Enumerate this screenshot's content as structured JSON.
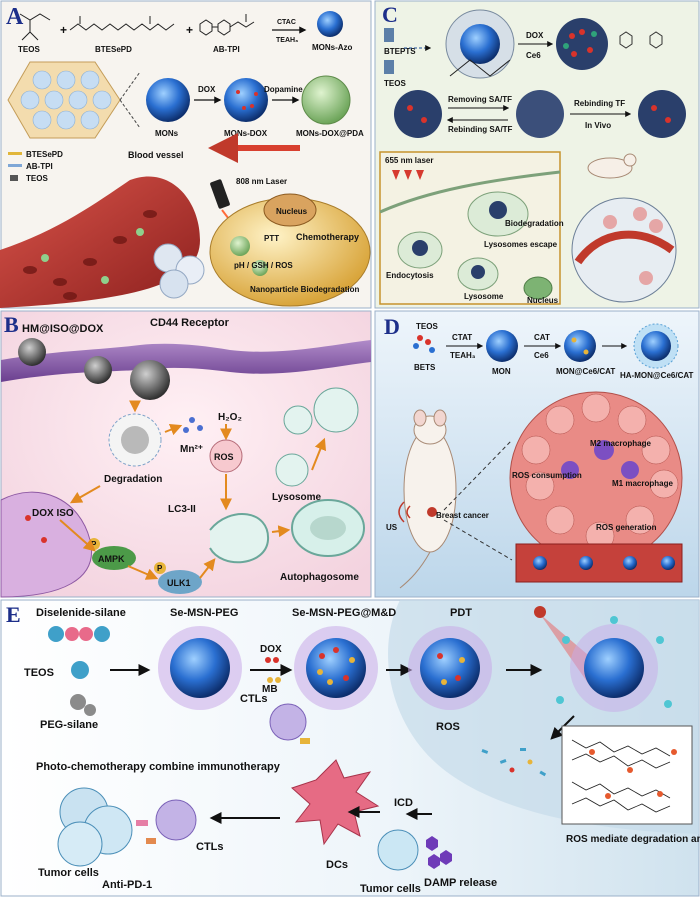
{
  "panels": {
    "A": {
      "letter": "A",
      "labels": {
        "teos": "TEOS",
        "btespd": "BTESePD",
        "abtpi": "AB-TPI",
        "ctac": "CTAC",
        "teah": "TEAH₃",
        "mons_azo": "MONs-Azo",
        "mons": "MONs",
        "dox": "DOX",
        "mons_dox": "MONs-DOX",
        "dopamine": "Dopamine",
        "mons_dox_pda": "MONs-DOX@PDA",
        "blood_vessel": "Blood vessel",
        "laser": "808 nm Laser",
        "legend_btespd": "BTESePD",
        "legend_abtpi": "AB-TPI",
        "legend_teos": "TEOS",
        "nucleus": "Nucleus",
        "chemotherapy": "Chemotherapy",
        "ptt": "PTT",
        "ph_gsh_ros": "pH / GSH / ROS",
        "biodegradation": "Nanoparticle Biodegradation"
      }
    },
    "B": {
      "letter": "B",
      "labels": {
        "hm": "HM@ISO@DOX",
        "cd44": "CD44 Receptor",
        "degradation": "Degradation",
        "mn": "Mn²⁺",
        "h2o2": "H₂O₂",
        "ros": "ROS",
        "lysosome": "Lysosome",
        "dox_iso": "DOX ISO",
        "ampk": "AMPK",
        "ulk1": "ULK1",
        "p": "P",
        "lc3": "LC3-II",
        "autophagosome": "Autophagosome"
      }
    },
    "C": {
      "letter": "C",
      "labels": {
        "btepts": "BTEPTS",
        "teos": "TEOS",
        "dox": "DOX",
        "ce6": "Ce6",
        "removing": "Removing SA/TF",
        "rebinding": "Rebinding SA/TF",
        "rebinding_tf": "Rebinding TF",
        "in_vivo": "In Vivo",
        "laser": "655 nm laser",
        "endocytosis": "Endocytosis",
        "lysosomes_escape": "Lysosomes escape",
        "lysosome": "Lysosome",
        "nucleus": "Nucleus",
        "biodegradation": "Biodegradation"
      }
    },
    "D": {
      "letter": "D",
      "labels": {
        "teos": "TEOS",
        "bets": "BETS",
        "ctat": "CTAT",
        "teah": "TEAH₃",
        "mon": "MON",
        "cat": "CAT",
        "ce6": "Ce6",
        "mon_ce6_cat": "MON@Ce6/CAT",
        "ha_mon": "HA-MON@Ce6/CAT",
        "us": "US",
        "breast_cancer": "Breast cancer",
        "m1": "M1 macrophage",
        "m2": "M2 macrophage",
        "ros_consumption": "ROS consumption",
        "ros_generation": "ROS generation"
      }
    },
    "E": {
      "letter": "E",
      "labels": {
        "diselenide": "Diselenide-silane",
        "teos": "TEOS",
        "peg_silane": "PEG-silane",
        "se_msn_peg": "Se-MSN-PEG",
        "se_msn_peg_md": "Se-MSN-PEG@M&D",
        "pdt": "PDT",
        "dox": "DOX",
        "mb": "MB",
        "ros": "ROS",
        "ctls_top": "CTLs",
        "photo_chemo": "Photo-chemotherapy combine immunotherapy",
        "icd": "ICD",
        "dcs": "DCs",
        "ctls": "CTLs",
        "tumor_cells_left": "Tumor cells",
        "anti_pd1": "Anti-PD-1",
        "tumor_cells_right": "Tumor cells",
        "damp": "DAMP release",
        "ros_mediate": "ROS mediate degradation and drug release"
      }
    }
  },
  "colors": {
    "frame_border": "#5a7fb5",
    "panel_letter": "#1d2f8a",
    "particle_blue": "#2a6fd1",
    "vessel_red": "#b8322e",
    "cell_tan": "#e9cf8f"
  }
}
